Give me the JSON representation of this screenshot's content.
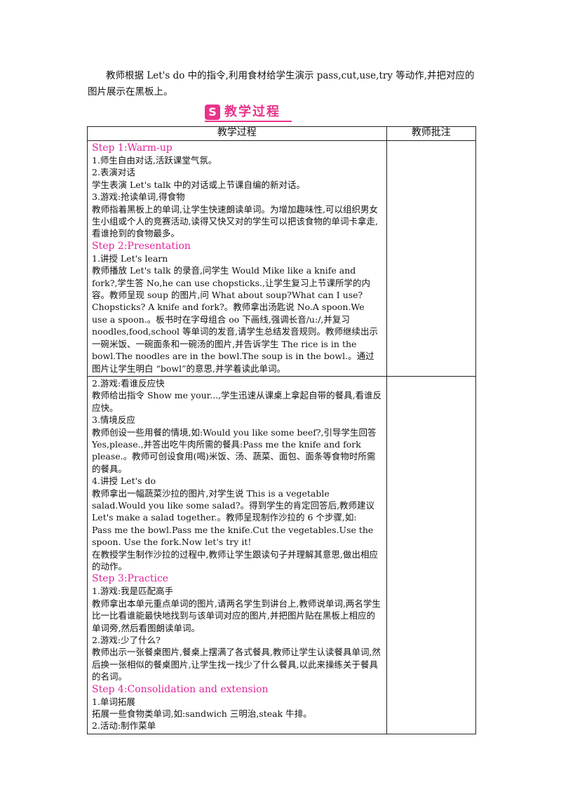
{
  "intro": "教师根据 Let's do 中的指令,利用食材给学生演示 pass,cut,use,try 等动作,并把对应的图片展示在黑板上。",
  "banner": {
    "icon": "S",
    "title": "教学过程"
  },
  "table": {
    "headers": {
      "process": "教学过程",
      "notes": "教师批注"
    },
    "block1": [
      {
        "type": "step",
        "text": "Step 1:Warm-up"
      },
      {
        "type": "text",
        "text": "1.师生自由对话,活跃课堂气氛。"
      },
      {
        "type": "text",
        "text": "2.表演对话"
      },
      {
        "type": "text",
        "text": "学生表演 Let's talk 中的对话或上节课自编的新对话。"
      },
      {
        "type": "text",
        "text": "3.游戏:抢读单词,得食物"
      },
      {
        "type": "text",
        "text": "教师指着黑板上的单词,让学生快速朗读单词。为增加趣味性,可以组织男女生小组或个人的竞赛活动,读得又快又对的学生可以把该食物的单词卡拿走,看谁抢到的食物最多。"
      },
      {
        "type": "step",
        "text": "Step 2:Presentation"
      },
      {
        "type": "text",
        "text": "1.讲授 Let's learn"
      },
      {
        "type": "text",
        "text": "教师播放 Let's talk 的录音,问学生 Would Mike like a knife and fork?,学生答 No,he can use chopsticks.,让学生复习上节课所学的内容。教师呈现 soup 的图片,问 What about soup?What can I use? Chopsticks? A knife and fork?。教师拿出汤匙说 No.A spoon.We use a spoon.。板书时在字母组合 oo 下画线,强调长音/u:/,并复习 noodles,food,school 等单词的发音,请学生总结发音规则。教师继续出示一碗米饭、一碗面条和一碗汤的图片,并告诉学生 The rice is in the bowl.The noodles are in the bowl.The soup is in the bowl.。通过图片让学生明白 “bowl”的意思,并学着读此单词。"
      }
    ],
    "block2": [
      {
        "type": "text",
        "text": "2.游戏:看谁反应快"
      },
      {
        "type": "text",
        "text": "教师给出指令 Show me your...,学生迅速从课桌上拿起自带的餐具,看谁反应快。"
      },
      {
        "type": "text",
        "text": "3.情境反应"
      },
      {
        "type": "text",
        "text": "教师创设一些用餐的情境,如:Would you like some beef?,引导学生回答 Yes,please.,并答出吃牛肉所需的餐具:Pass me the knife and fork please.。教师可创设食用(喝)米饭、汤、蔬菜、面包、面条等食物时所需的餐具。"
      },
      {
        "type": "text",
        "text": "4.讲授 Let's do"
      },
      {
        "type": "text",
        "text": "教师拿出一幅蔬菜沙拉的图片,对学生说 This is a vegetable salad.Would you like some salad?。得到学生的肯定回答后,教师建议 Let's make a salad together.。教师呈现制作沙拉的 6 个步骤,如:"
      },
      {
        "type": "text",
        "text": "Pass me the bowl.Pass me the knife.Cut the vegetables.Use the spoon. Use the fork.Now let's try it!"
      },
      {
        "type": "text",
        "text": "在教授学生制作沙拉的过程中,教师让学生跟读句子并理解其意思,做出相应的动作。"
      },
      {
        "type": "step",
        "text": "Step 3:Practice"
      },
      {
        "type": "text",
        "text": "1.游戏:我是匹配高手"
      },
      {
        "type": "text",
        "text": "教师拿出本单元重点单词的图片,请两名学生到讲台上,教师说单词,两名学生比一比看谁能最快地找到与该单词对应的图片,并把图片贴在黑板上相应的单词旁,然后看图朗读单词。"
      },
      {
        "type": "text",
        "text": "2.游戏:少了什么?"
      },
      {
        "type": "text",
        "text": "教师出示一张餐桌图片,餐桌上摆满了各式餐具,教师让学生认读餐具单词,然后换一张相似的餐桌图片,让学生找一找少了什么餐具,以此来操练关于餐具的名词。"
      },
      {
        "type": "step",
        "text": "Step 4:Consolidation and extension"
      },
      {
        "type": "text",
        "text": "1.单词拓展"
      },
      {
        "type": "text",
        "text": "拓展一些食物类单词,如:sandwich 三明治,steak 牛排。"
      },
      {
        "type": "text",
        "text": "2.活动:制作菜单"
      }
    ],
    "colors": {
      "step": "#e0249a",
      "banner": "#e8338a"
    }
  }
}
